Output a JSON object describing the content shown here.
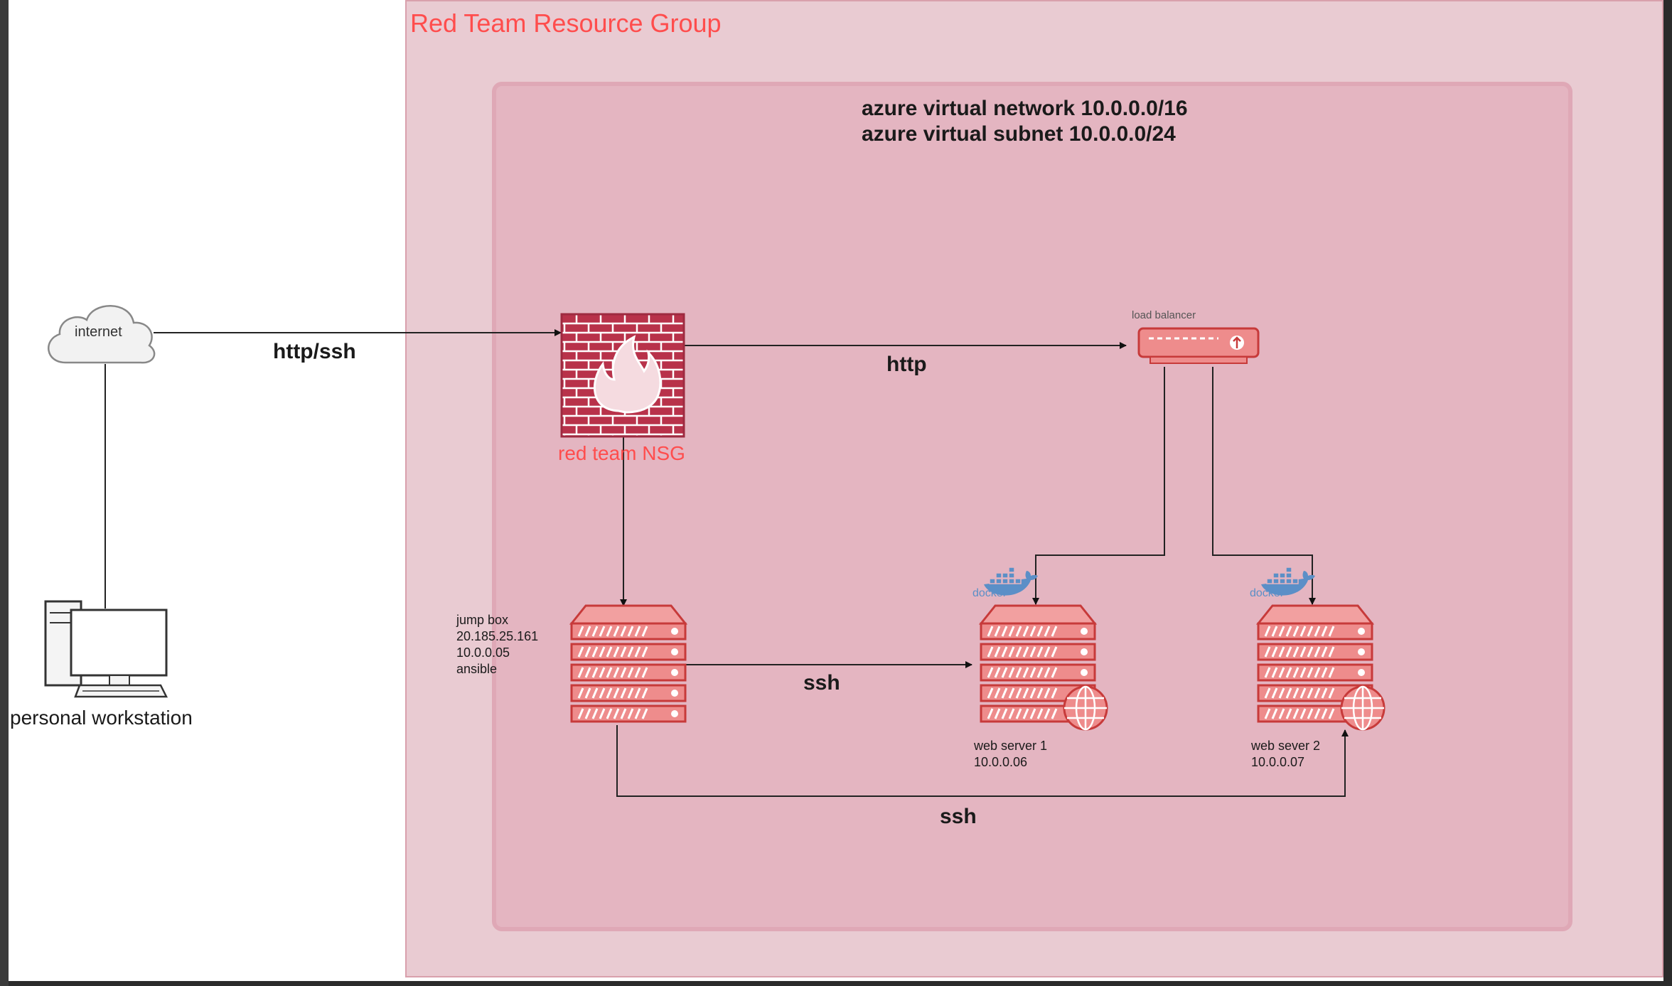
{
  "resource_group": {
    "title": "Red Team Resource Group"
  },
  "vnet": {
    "line1": "azure virtual network 10.0.0.0/16",
    "line2": "azure virtual subnet 10.0.0.0/24"
  },
  "nodes": {
    "internet": {
      "label": "internet"
    },
    "workstation": {
      "label": "personal workstation"
    },
    "nsg": {
      "label": "red team NSG"
    },
    "load_balancer": {
      "label": "load balancer"
    },
    "jump_box": {
      "line1": "jump box",
      "line2": "20.185.25.161",
      "line3": "10.0.0.05",
      "line4": "ansible"
    },
    "web1": {
      "line1": "web server 1",
      "line2": "10.0.0.06",
      "badge": "docker"
    },
    "web2": {
      "line1": "web sever 2",
      "line2": "10.0.0.07",
      "badge": "docker"
    }
  },
  "edges": {
    "internet_nsg": "http/ssh",
    "nsg_lb": "http",
    "jump_web1": "ssh",
    "jump_web2": "ssh"
  },
  "colors": {
    "accent_red": "#ff4d4d",
    "server_fill": "#f2a0a0",
    "server_stroke": "#c73a3a",
    "nsg_brick": "#b8324a"
  }
}
